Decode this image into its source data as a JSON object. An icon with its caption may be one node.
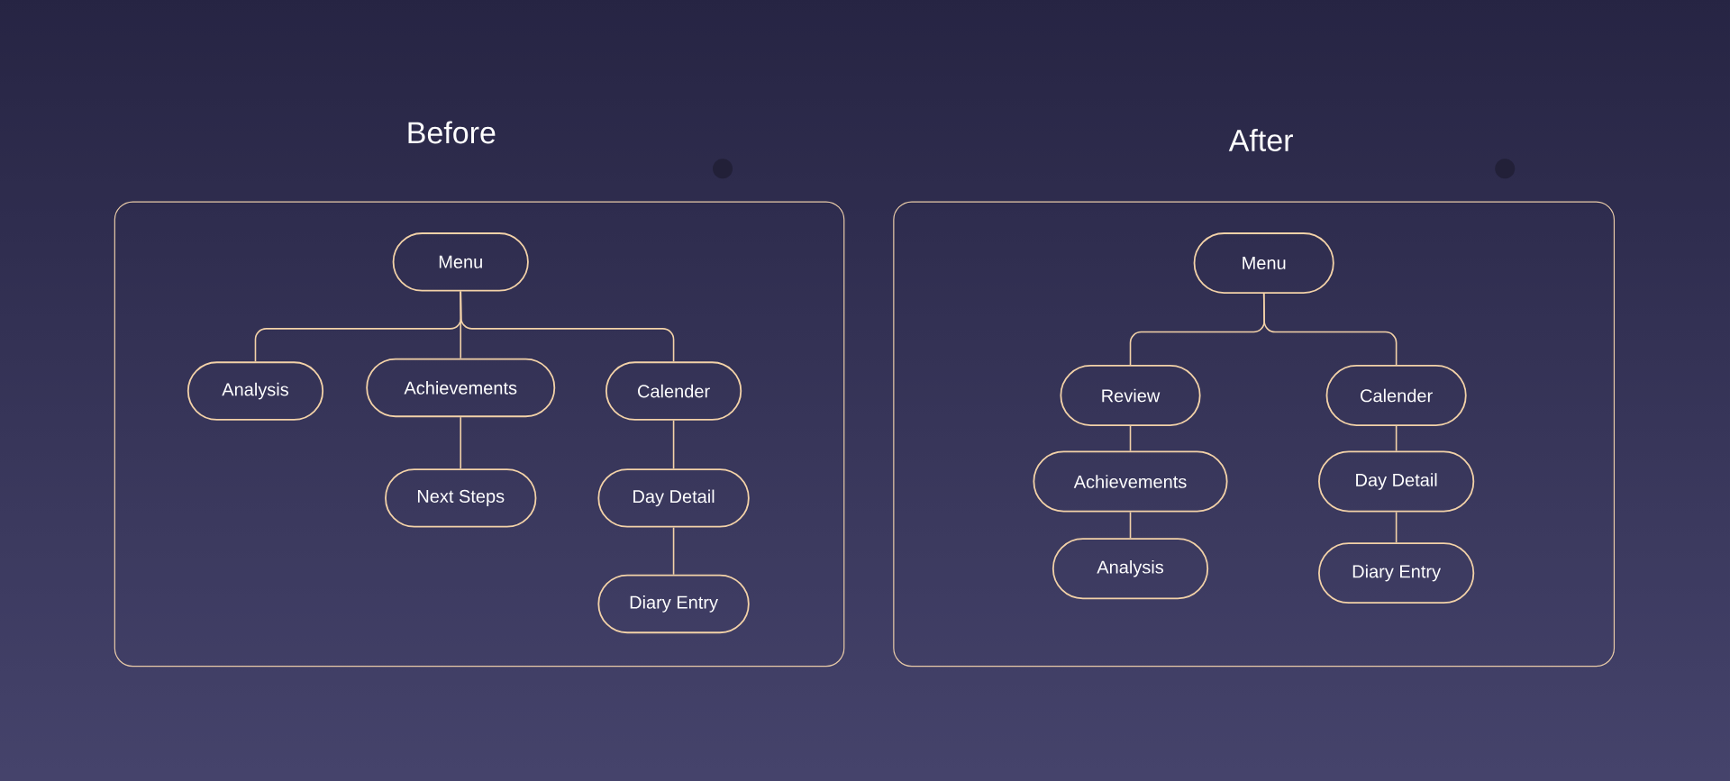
{
  "diagram": {
    "nodes": [
      {
        "text": [
          "Before"
        ]
      },
      {
        "text": [
          "Menu"
        ],
        "in": 0
      },
      {
        "text": [
          "Analysis"
        ],
        "in": 0
      },
      {
        "text": [
          "Achievements"
        ],
        "in": 0
      },
      {
        "text": [
          "Calender"
        ],
        "in": 0
      },
      {
        "text": [
          "Next Steps"
        ],
        "in": 0
      },
      {
        "text": [
          "Day Detail"
        ],
        "in": 0
      },
      {
        "text": [
          "Diary Entry"
        ],
        "in": 0
      },
      {
        "text": [
          "After"
        ]
      },
      {
        "text": [
          "Menu"
        ],
        "in": 8
      },
      {
        "text": [
          "Review"
        ],
        "in": 8
      },
      {
        "text": [
          "Calender"
        ],
        "in": 8
      },
      {
        "text": [
          "Achievements"
        ],
        "in": 8
      },
      {
        "text": [
          "Day Detail"
        ],
        "in": 8
      },
      {
        "text": [
          "Analysis"
        ],
        "in": 8
      },
      {
        "text": [
          "Diary Entry"
        ],
        "in": 8
      }
    ],
    "edges": [
      {
        "from": 1,
        "to": 2,
        "arrow": "none"
      },
      {
        "from": 1,
        "to": 3,
        "arrow": "none"
      },
      {
        "from": 1,
        "to": 4,
        "arrow": "none"
      },
      {
        "from": 3,
        "to": 5,
        "arrow": "none"
      },
      {
        "from": 4,
        "to": 6,
        "arrow": "none"
      },
      {
        "from": 6,
        "to": 7,
        "arrow": "none"
      },
      {
        "from": 9,
        "to": 10,
        "arrow": "none"
      },
      {
        "from": 9,
        "to": 11,
        "arrow": "none"
      },
      {
        "from": 10,
        "to": 12,
        "arrow": "none"
      },
      {
        "from": 12,
        "to": 14,
        "arrow": "none"
      },
      {
        "from": 11,
        "to": 13,
        "arrow": "none"
      },
      {
        "from": 13,
        "to": 15,
        "arrow": "none"
      }
    ]
  }
}
